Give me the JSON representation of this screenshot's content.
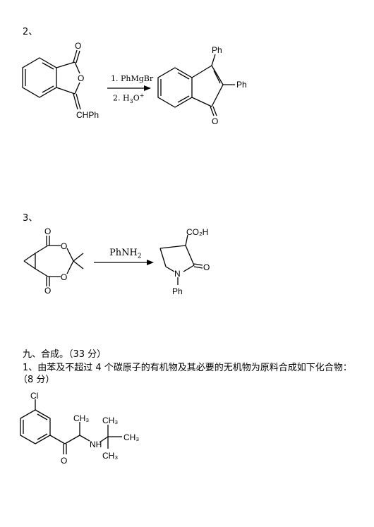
{
  "problem2": {
    "number": "2、",
    "reactant_atoms": {
      "carbonyl_o": "O",
      "ring_o": "O",
      "substituent": "CHPh"
    },
    "reagents": {
      "step1": "1. PhMgBr",
      "step2_prefix": "2. H",
      "step2_sub": "3",
      "step2_letter": "O",
      "step2_sup": "+"
    },
    "product_atoms": {
      "ph_top": "Ph",
      "ph_right": "Ph",
      "carbonyl_o": "O"
    }
  },
  "problem3": {
    "number": "3、",
    "reactant_atoms": {
      "o_top": "O",
      "o_bottom": "O",
      "ring_o_top": "O",
      "ring_o_bottom": "O"
    },
    "reagent_prefix": "PhNH",
    "reagent_sub": "2",
    "product_atoms": {
      "acid": "CO₂H",
      "carbonyl_o": "O",
      "n": "N",
      "n_sub": "Ph"
    }
  },
  "section9": {
    "heading": "九、合成。（33 分）",
    "q1_text": "1、由苯及不超过 4 个碳原子的有机物及其必要的无机物为原料合成如下化合物：",
    "q1_points": "（8 分）",
    "target_atoms": {
      "cl": "Cl",
      "ch3_side": "CH₃",
      "nh": "NH",
      "o": "O",
      "ch3_top": "CH₃",
      "ch3_right": "CH₃",
      "ch3_bottom": "CH₃"
    }
  }
}
